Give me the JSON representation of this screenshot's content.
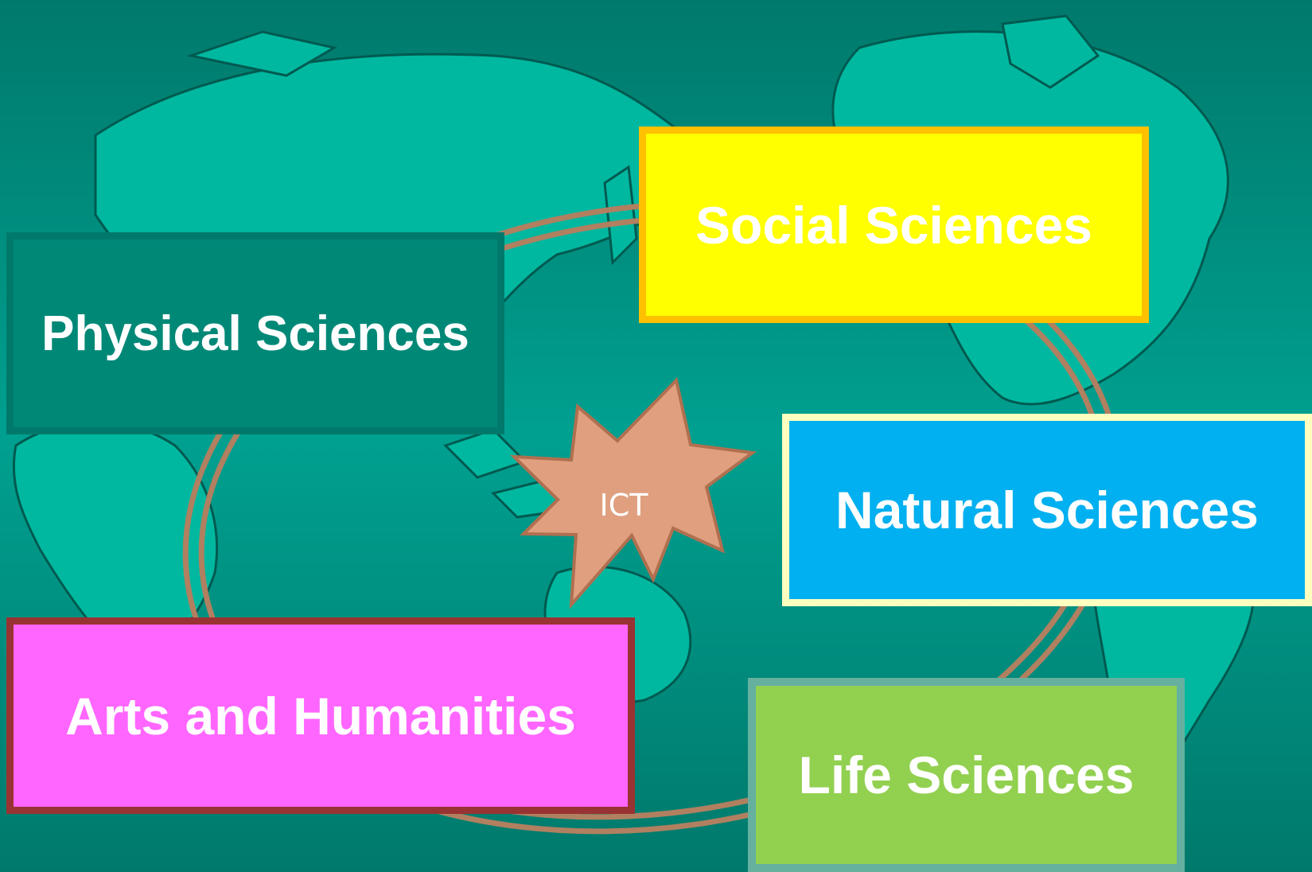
{
  "background": {
    "ocean_color": "#00796b",
    "land_color": "#00b8a0",
    "ring_color": "#b08060"
  },
  "center": {
    "label": "ICT",
    "shape": "starburst",
    "fill": "#e0a080",
    "stroke": "#b07050"
  },
  "boxes": {
    "physical": {
      "label": "Physical Sciences",
      "fill": "#008877",
      "border": "#00796b"
    },
    "social": {
      "label": "Social Sciences",
      "fill": "#ffff00",
      "border": "#ffc000"
    },
    "natural": {
      "label": "Natural Sciences",
      "fill": "#00b0f0",
      "border": "#ffffc0"
    },
    "arts": {
      "label": "Arts and Humanities",
      "fill": "#ff66ff",
      "border": "#993333"
    },
    "life": {
      "label": "Life Sciences",
      "fill": "#92d050",
      "border": "#66b0a0"
    }
  }
}
